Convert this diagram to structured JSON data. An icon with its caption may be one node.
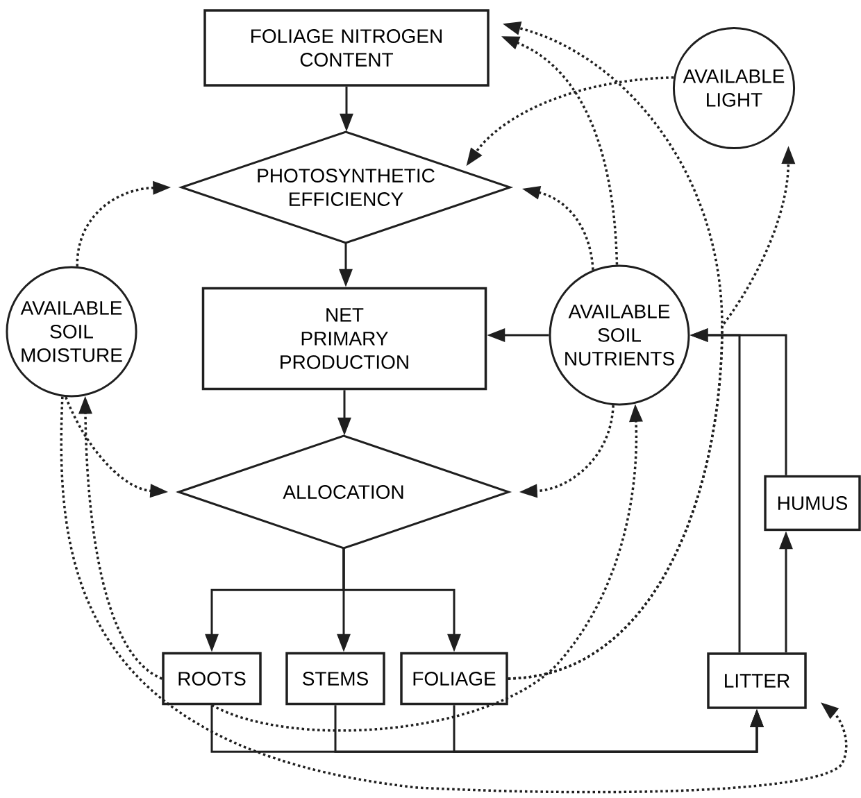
{
  "diagram": {
    "nodes": [
      {
        "text": [
          "FOLIAGE NITROGEN CONTENT"
        ]
      },
      {
        "text": [
          "AVAILABLE LIGHT"
        ]
      },
      {
        "text": [
          "PHOTOSYNTHETIC EFFICIENCY"
        ]
      },
      {
        "text": [
          "AVAILABLE SOIL MOISTURE"
        ]
      },
      {
        "text": [
          "NET PRIMARY PRODUCTION"
        ]
      },
      {
        "text": [
          "AVAILABLE SOIL NUTRIENTS"
        ]
      },
      {
        "text": [
          "ALLOCATION"
        ]
      },
      {
        "text": [
          "HUMUS"
        ]
      },
      {
        "text": [
          "ROOTS"
        ]
      },
      {
        "text": [
          "STEMS"
        ]
      },
      {
        "text": [
          "FOLIAGE"
        ]
      },
      {
        "text": [
          "LITTER"
        ]
      }
    ],
    "edges": [
      {
        "from": 0,
        "to": 2,
        "arrow": "to"
      },
      {
        "from": 2,
        "to": 4,
        "arrow": "to"
      },
      {
        "from": 5,
        "to": 4,
        "arrow": "to"
      },
      {
        "from": 4,
        "to": 6,
        "arrow": "to"
      },
      {
        "from": 6,
        "to": 8,
        "arrow": "to"
      },
      {
        "from": 6,
        "to": 9,
        "arrow": "to"
      },
      {
        "from": 6,
        "to": 10,
        "arrow": "to"
      },
      {
        "from": 8,
        "to": 11,
        "arrow": "to"
      },
      {
        "from": 9,
        "to": 11,
        "arrow": "to"
      },
      {
        "from": 10,
        "to": 11,
        "arrow": "to"
      },
      {
        "from": 11,
        "to": 7,
        "arrow": "to"
      },
      {
        "from": 7,
        "to": 5,
        "arrow": "to"
      },
      {
        "from": 11,
        "to": 5,
        "arrow": "to"
      },
      {
        "from": 1,
        "to": 2,
        "arrow": "to",
        "style": "dashed"
      },
      {
        "from": 3,
        "to": 2,
        "arrow": "to",
        "style": "dashed"
      },
      {
        "from": 5,
        "to": 2,
        "arrow": "to",
        "style": "dashed"
      },
      {
        "from": 5,
        "to": 0,
        "arrow": "to",
        "style": "dashed"
      },
      {
        "from": 10,
        "to": 0,
        "arrow": "to",
        "style": "dashed"
      },
      {
        "from": 10,
        "to": 1,
        "arrow": "to",
        "style": "dashed"
      },
      {
        "from": 3,
        "to": 6,
        "arrow": "to",
        "style": "dashed"
      },
      {
        "from": 5,
        "to": 6,
        "arrow": "to",
        "style": "dashed"
      },
      {
        "from": 8,
        "to": 3,
        "arrow": "to",
        "style": "dashed"
      },
      {
        "from": 8,
        "to": 5,
        "arrow": "to",
        "style": "dashed"
      },
      {
        "from": 3,
        "to": 11,
        "arrow": "to",
        "style": "dashed"
      }
    ]
  }
}
